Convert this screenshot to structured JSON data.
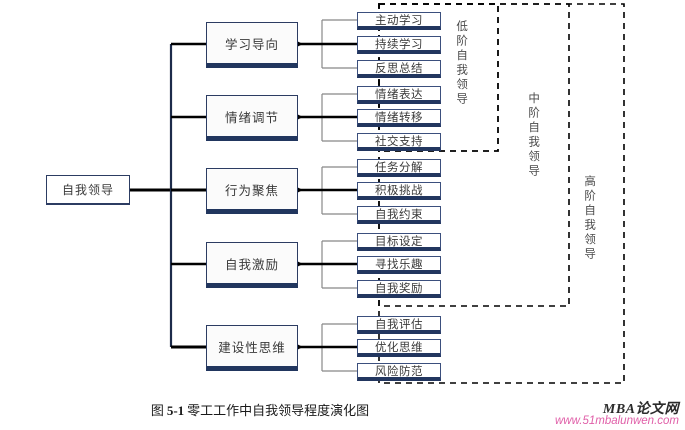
{
  "figure": {
    "caption_prefix": "图",
    "caption_number": "5-1",
    "caption_text": "零工工作中自我领导程度演化图"
  },
  "root": {
    "label": "自我领导"
  },
  "branches": [
    {
      "main": "学习导向",
      "subs": [
        "主动学习",
        "持续学习",
        "反思总结"
      ]
    },
    {
      "main": "情绪调节",
      "subs": [
        "情绪表达",
        "情绪转移",
        "社交支持"
      ]
    },
    {
      "main": "行为聚焦",
      "subs": [
        "任务分解",
        "积极挑战",
        "自我约束"
      ]
    },
    {
      "main": "自我激励",
      "subs": [
        "目标设定",
        "寻找乐趣",
        "自我奖励"
      ]
    },
    {
      "main": "建设性思维",
      "subs": [
        "自我评估",
        "优化思维",
        "风险防范"
      ]
    }
  ],
  "tiers": [
    {
      "label": "低阶自我领导"
    },
    {
      "label": "中阶自我领导"
    },
    {
      "label": "高阶自我领导"
    }
  ],
  "watermark": {
    "title": "MBA论文网",
    "url": "www.51mbalunwen.com"
  },
  "colors": {
    "box_border": "#2c3c62",
    "box_shadow": "#21365e",
    "connector": "#000000",
    "thin_connector": "#808080",
    "watermark_url": "#e05fa8"
  }
}
